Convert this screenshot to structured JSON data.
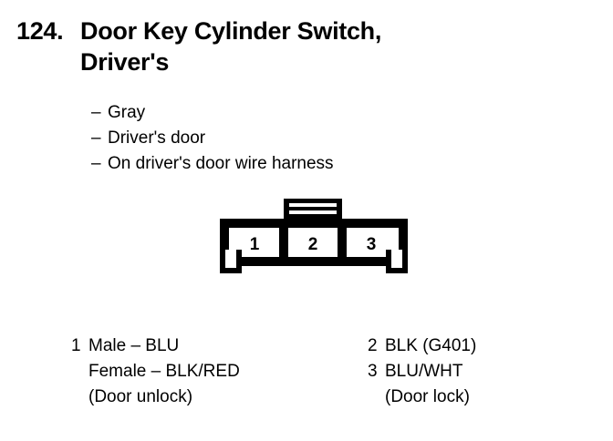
{
  "page": {
    "background_color": "#ffffff",
    "ink_color": "#000000"
  },
  "title": {
    "number": "124.",
    "line1": "Door Key Cylinder Switch,",
    "line2": "Driver's"
  },
  "spec_list": {
    "bullet_glyph": "–",
    "items": [
      {
        "dash": "–",
        "text": "Gray"
      },
      {
        "dash": "–",
        "text": "Driver's door"
      },
      {
        "dash": "–",
        "text": "On driver's door wire harness"
      }
    ]
  },
  "connector": {
    "name": "3-cavity-connector",
    "cavities": [
      {
        "number": "1"
      },
      {
        "number": "2"
      },
      {
        "number": "3"
      }
    ],
    "outline_color": "#000000",
    "fill_color": "#ffffff"
  },
  "pin_legend": {
    "left_column": [
      {
        "num": "1",
        "text": "Male – BLU",
        "indented": false
      },
      {
        "num": "1",
        "text": "Female – BLK/RED",
        "indented": true
      },
      {
        "num": "1",
        "text": "(Door unlock)",
        "indented": true
      }
    ],
    "right_column": [
      {
        "num": "2",
        "text": "BLK (G401)",
        "indented": false
      },
      {
        "num": "3",
        "text": "BLU/WHT",
        "indented": false
      },
      {
        "num": "3",
        "text": "(Door lock)",
        "indented": true
      }
    ]
  }
}
